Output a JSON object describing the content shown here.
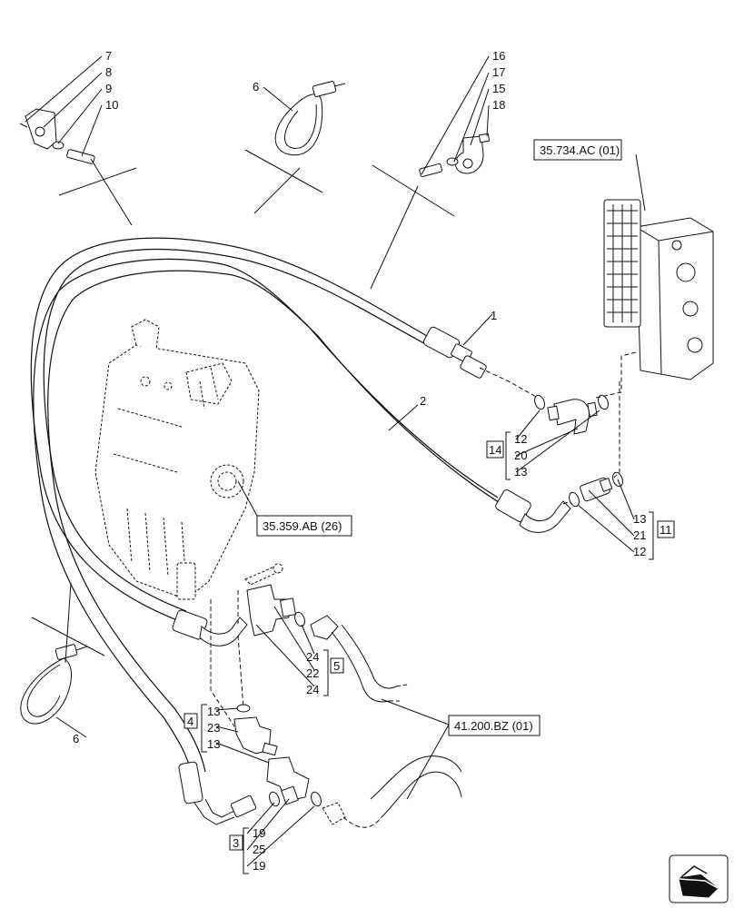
{
  "callouts": {
    "c7": "7",
    "c8": "8",
    "c9": "9",
    "c10": "10",
    "c6a": "6",
    "c6b": "6",
    "c16": "16",
    "c17": "17",
    "c15": "15",
    "c18": "18",
    "c1": "1",
    "c2": "2",
    "c12a": "12",
    "c20": "20",
    "c13a": "13",
    "c13b": "13",
    "c21": "21",
    "c12b": "12",
    "c24a": "24",
    "c22": "22",
    "c24b": "24",
    "c13c": "13",
    "c23": "23",
    "c13d": "13",
    "c19a": "19",
    "c25": "25",
    "c19b": "19"
  },
  "groups": {
    "g14": "14",
    "g11": "11",
    "g5": "5",
    "g4": "4",
    "g3": "3"
  },
  "references": {
    "ref_valve_block": "35.734.AC (01)",
    "ref_control_valve": "35.359.AB (26)",
    "ref_hose": "41.200.BZ (01)"
  },
  "icons": {
    "nav": "next-page-arrow-icon"
  }
}
